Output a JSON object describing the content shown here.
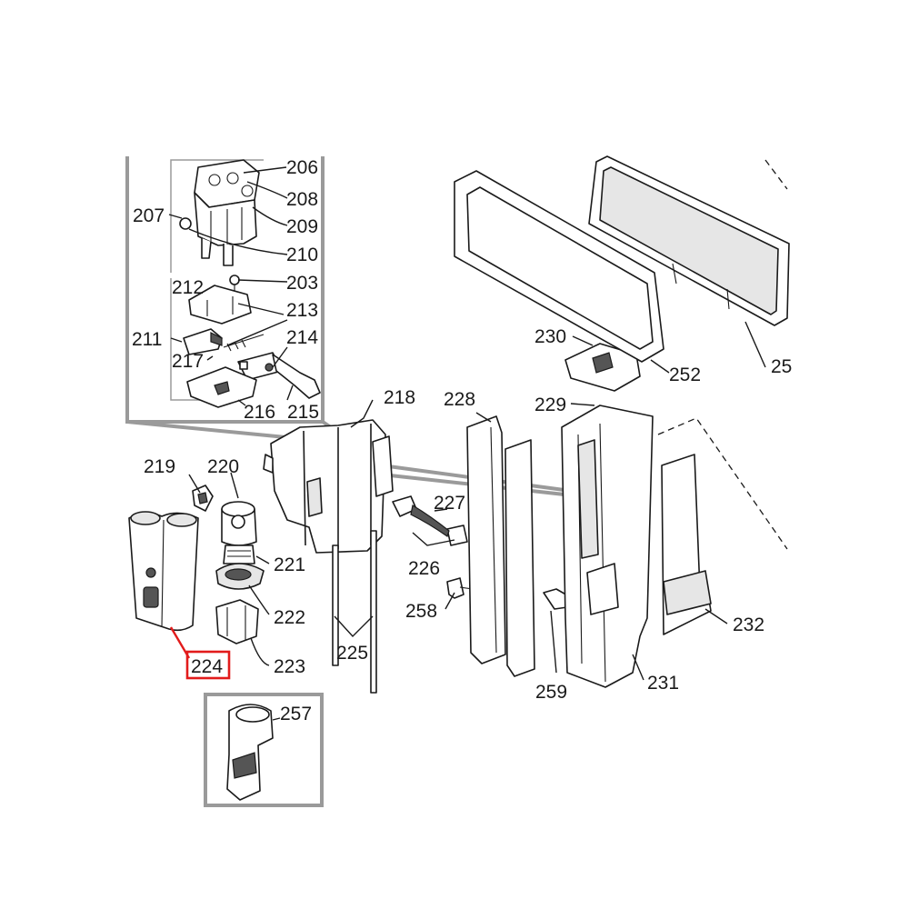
{
  "diagram": {
    "highlight_color": "#e21b1b",
    "highlighted_part": "224",
    "labels": {
      "l206": "206",
      "l207": "207",
      "l208": "208",
      "l209": "209",
      "l210": "210",
      "l203": "203",
      "l212": "212",
      "l211": "211",
      "l213": "213",
      "l214": "214",
      "l217": "217",
      "l216": "216",
      "l215": "215",
      "l218": "218",
      "l219": "219",
      "l220": "220",
      "l221": "221",
      "l222": "222",
      "l223": "223",
      "l224": "224",
      "l225": "225",
      "l226": "226",
      "l227": "227",
      "l228": "228",
      "l229": "229",
      "l230": "230",
      "l231": "231",
      "l232": "232",
      "l252": "252",
      "l257": "257",
      "l258": "258",
      "l259": "259",
      "l25": "25"
    }
  }
}
